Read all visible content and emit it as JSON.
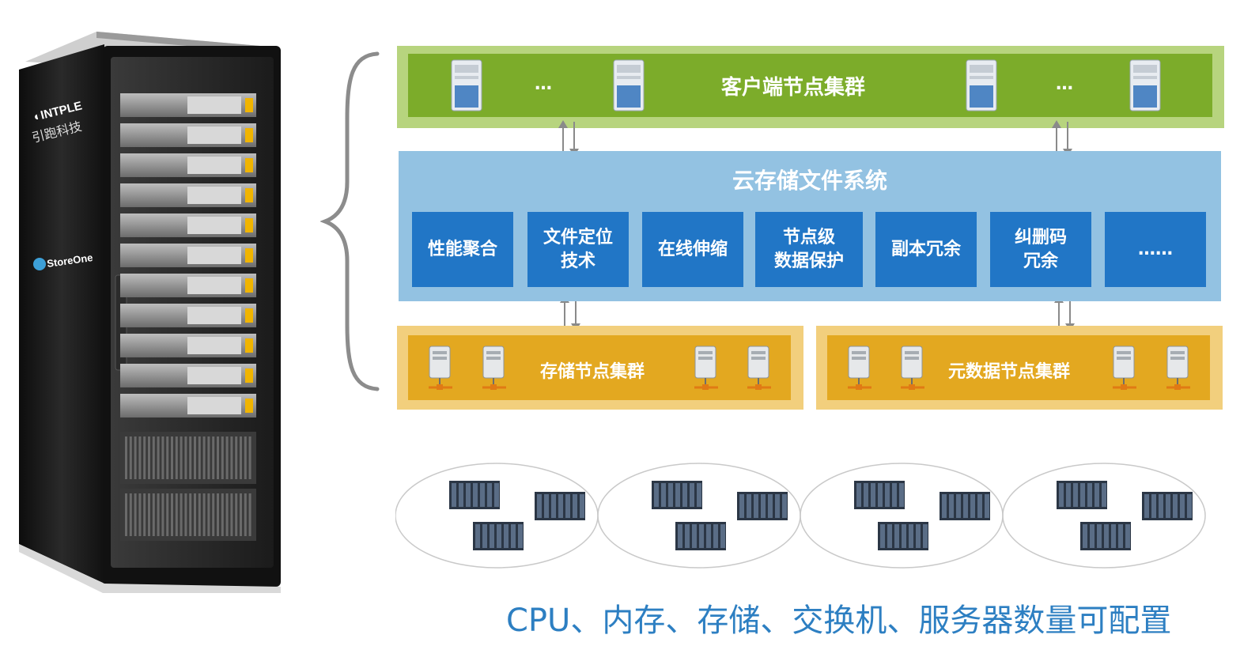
{
  "rack": {
    "brand": "INTPLE",
    "brand_cn": "引跑科技",
    "product": "StoreOne"
  },
  "client_cluster": {
    "title": "客户端节点集群",
    "ellipsis_left": "…",
    "ellipsis_right": "…"
  },
  "cloud_fs": {
    "title": "云存储文件系统",
    "features": [
      {
        "label": "性能聚合"
      },
      {
        "label": "文件定位\n技术"
      },
      {
        "label": "在线伸缩"
      },
      {
        "label": "节点级\n数据保护"
      },
      {
        "label": "副本冗余"
      },
      {
        "label": "纠删码\n冗余"
      },
      {
        "label": "……"
      }
    ]
  },
  "storage_cluster": {
    "title": "存储节点集群"
  },
  "metadata_cluster": {
    "title": "元数据节点集群"
  },
  "caption": "CPU、内存、存储、交换机、服务器数量可配置",
  "colors": {
    "green_dark": "#7cac2a",
    "green_light": "#b7d47e",
    "blue_light": "#93c2e2",
    "blue_dark": "#2176c6",
    "gold": "#e3a820",
    "gold_light": "#f2cf7d",
    "caption": "#2d7fc2"
  }
}
